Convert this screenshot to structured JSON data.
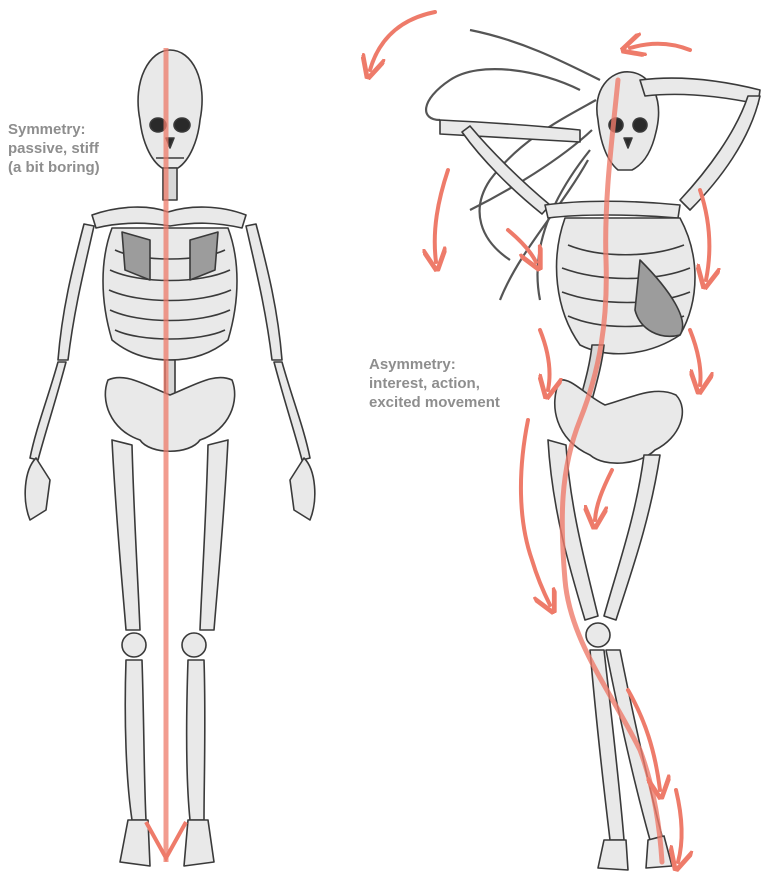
{
  "colors": {
    "accent_line": "#ee7b6a",
    "bone_fill": "#e9e9e9",
    "bone_stroke": "#3a3a3a",
    "shade": "#9c9c9c",
    "caption_text": "#8e8e8e"
  },
  "symmetry": {
    "caption_lines": [
      "Symmetry:",
      "passive, stiff",
      "(a bit boring)"
    ]
  },
  "asymmetry": {
    "caption_lines": [
      "Asymmetry:",
      "interest, action,",
      "excited movement"
    ]
  }
}
